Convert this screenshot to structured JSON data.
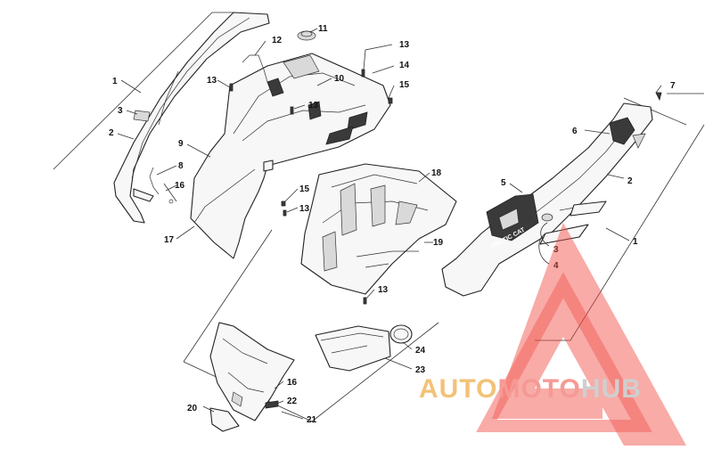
{
  "diagram": {
    "callouts": [
      "1",
      "3",
      "2",
      "8",
      "16",
      "9",
      "17",
      "13",
      "12",
      "11",
      "13",
      "14",
      "15",
      "13",
      "10",
      "15",
      "13",
      "18",
      "19",
      "13",
      "7",
      "6",
      "2",
      "5",
      "3",
      "4",
      "1",
      "24",
      "23",
      "16",
      "22",
      "20",
      "21"
    ],
    "decal_text": "ARCTIC CAT"
  },
  "watermark": {
    "part1": "AUTO",
    "part2": "MOTO",
    "part3": "HUB",
    "colors": {
      "auto": "#f2c277",
      "moto": "#f59a95",
      "hub": "#cfcfcf",
      "triangle": "#f04a44"
    }
  }
}
